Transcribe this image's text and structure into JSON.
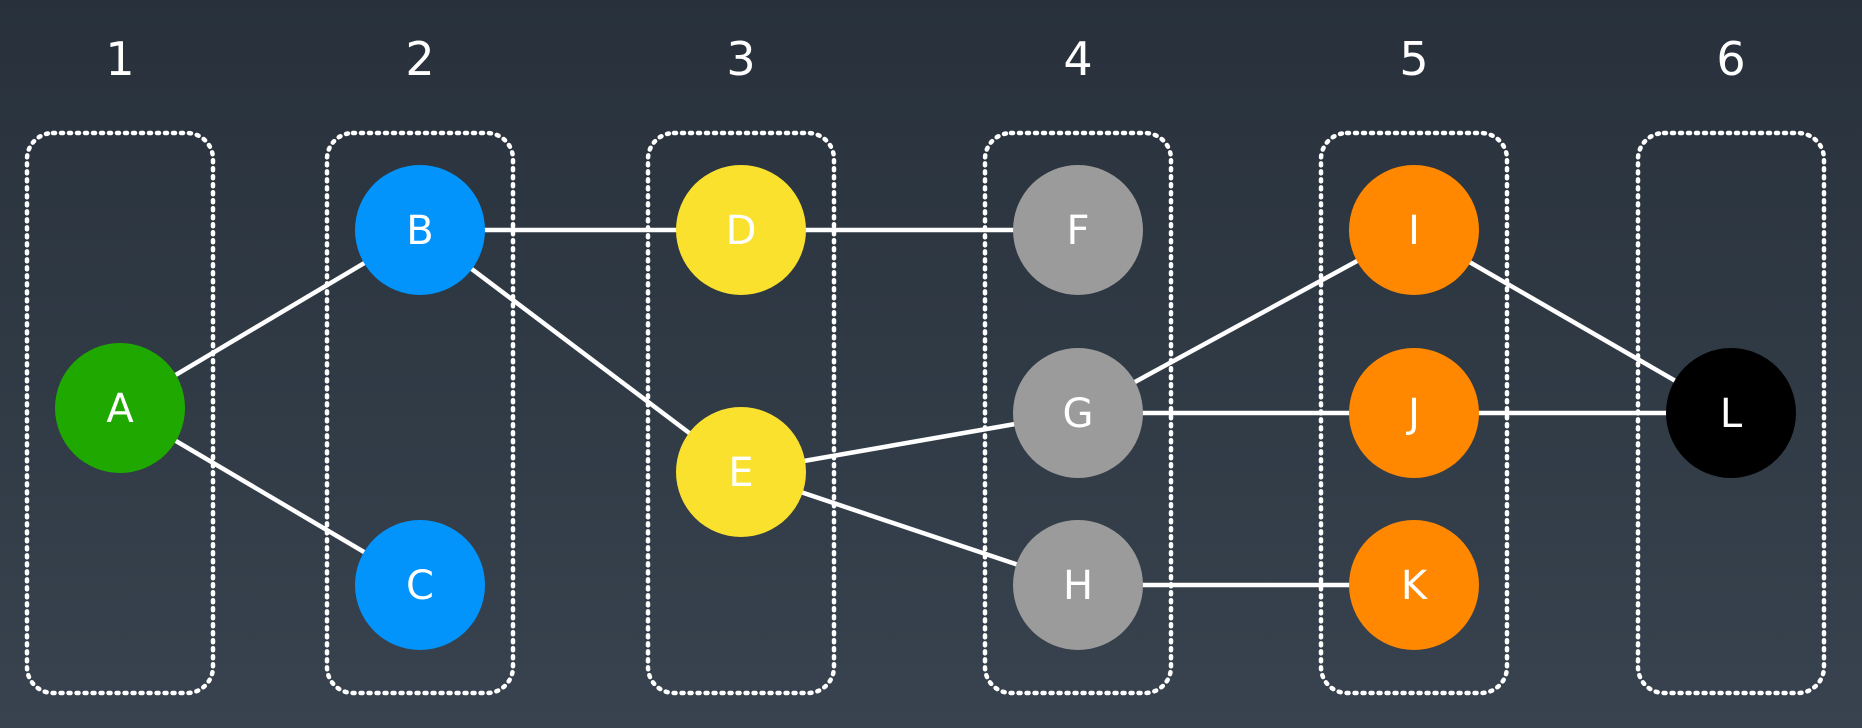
{
  "levels": [
    {
      "label": "1",
      "nodes": [
        "A"
      ]
    },
    {
      "label": "2",
      "nodes": [
        "B",
        "C"
      ]
    },
    {
      "label": "3",
      "nodes": [
        "D",
        "E"
      ]
    },
    {
      "label": "4",
      "nodes": [
        "F",
        "G",
        "H"
      ]
    },
    {
      "label": "5",
      "nodes": [
        "I",
        "J",
        "K"
      ]
    },
    {
      "label": "6",
      "nodes": [
        "L"
      ]
    }
  ],
  "nodes": [
    {
      "id": "A",
      "label": "A",
      "color": "#1fa800"
    },
    {
      "id": "B",
      "label": "B",
      "color": "#0394fb"
    },
    {
      "id": "C",
      "label": "C",
      "color": "#0394fb"
    },
    {
      "id": "D",
      "label": "D",
      "color": "#f9e12e"
    },
    {
      "id": "E",
      "label": "E",
      "color": "#f9e12e"
    },
    {
      "id": "F",
      "label": "F",
      "color": "#9b9b9b"
    },
    {
      "id": "G",
      "label": "G",
      "color": "#9b9b9b"
    },
    {
      "id": "H",
      "label": "H",
      "color": "#9b9b9b"
    },
    {
      "id": "I",
      "label": "I",
      "color": "#ff8800"
    },
    {
      "id": "J",
      "label": "J",
      "color": "#ff8800"
    },
    {
      "id": "K",
      "label": "K",
      "color": "#ff8800"
    },
    {
      "id": "L",
      "label": "L",
      "color": "#000000"
    }
  ],
  "edges": [
    {
      "from": "A",
      "to": "B"
    },
    {
      "from": "A",
      "to": "C"
    },
    {
      "from": "B",
      "to": "D"
    },
    {
      "from": "B",
      "to": "E"
    },
    {
      "from": "D",
      "to": "F"
    },
    {
      "from": "E",
      "to": "G"
    },
    {
      "from": "E",
      "to": "H"
    },
    {
      "from": "G",
      "to": "I"
    },
    {
      "from": "G",
      "to": "J"
    },
    {
      "from": "H",
      "to": "K"
    },
    {
      "from": "I",
      "to": "L"
    },
    {
      "from": "J",
      "to": "L"
    }
  ],
  "style": {
    "background_top": "#28313b",
    "background_bottom": "#38434f",
    "edge_color": "#ffffff",
    "box_color": "#ffffff",
    "text_color": "#ffffff"
  }
}
